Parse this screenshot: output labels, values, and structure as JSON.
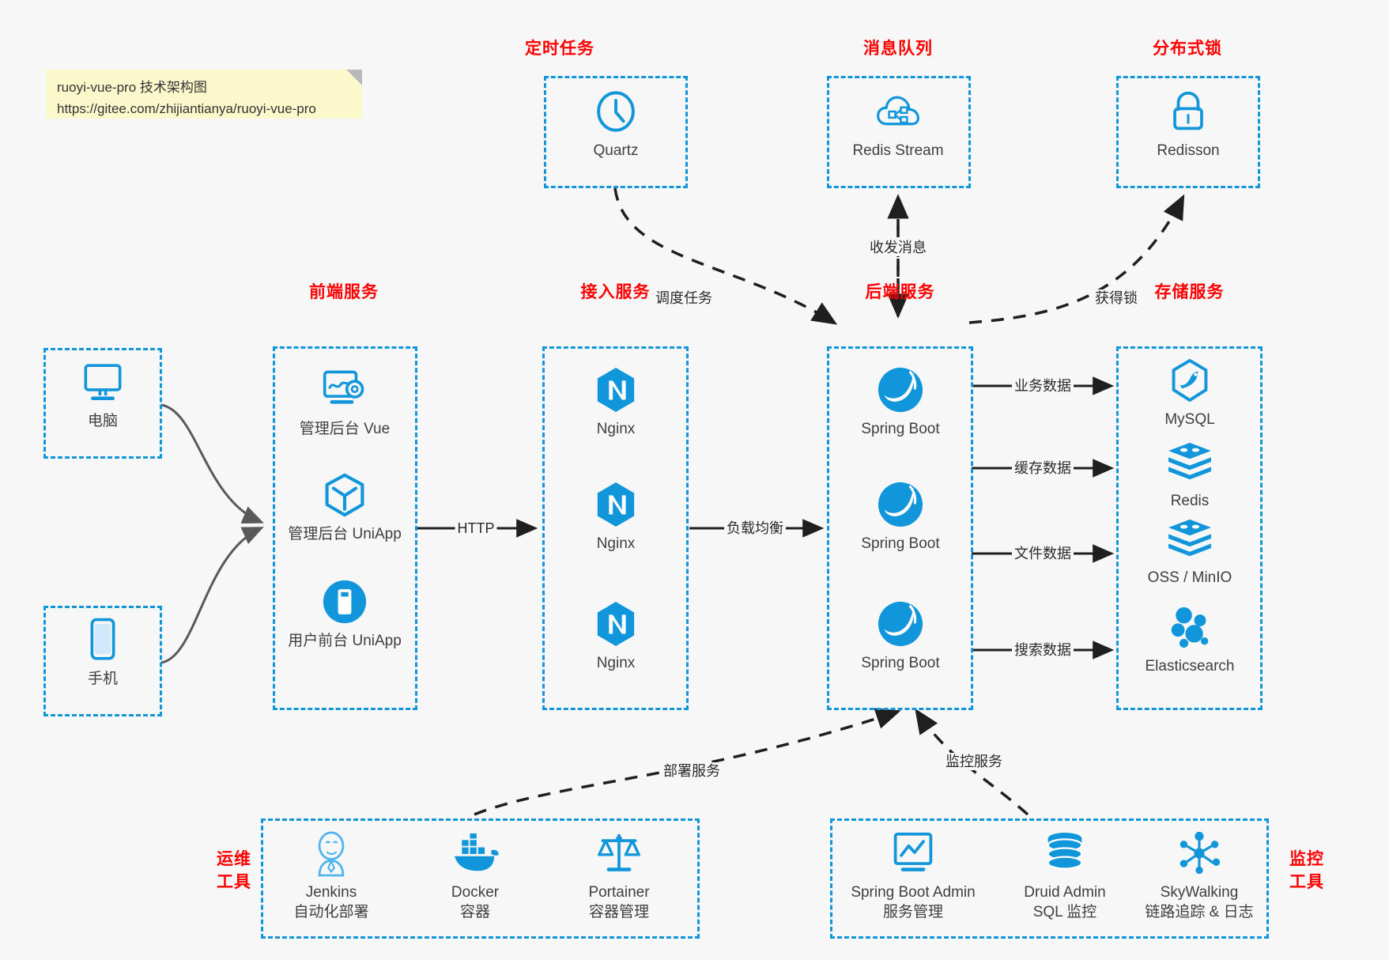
{
  "note": {
    "line1": "ruoyi-vue-pro 技术架构图",
    "line2": "https://gitee.com/zhijiantianya/ruoyi-vue-pro"
  },
  "groups": {
    "scheduler": {
      "title": "定时任务"
    },
    "mq": {
      "title": "消息队列"
    },
    "lock": {
      "title": "分布式锁"
    },
    "frontend": {
      "title": "前端服务"
    },
    "gateway": {
      "title": "接入服务"
    },
    "backend": {
      "title": "后端服务"
    },
    "storage": {
      "title": "存储服务"
    },
    "devops": {
      "title_line1": "运维",
      "title_line2": "工具"
    },
    "monitor": {
      "title_line1": "监控",
      "title_line2": "工具"
    }
  },
  "nodes": {
    "quartz": {
      "label": "Quartz",
      "icon": "clock-icon"
    },
    "redis_stream": {
      "label": "Redis Stream",
      "icon": "cloud-stream-icon"
    },
    "redisson": {
      "label": "Redisson",
      "icon": "lock-icon"
    },
    "computer": {
      "label": "电脑",
      "icon": "desktop-icon"
    },
    "phone": {
      "label": "手机",
      "icon": "mobile-icon"
    },
    "admin_vue": {
      "label": "管理后台 Vue",
      "icon": "dashboard-gear-icon"
    },
    "admin_uniapp": {
      "label": "管理后台 UniApp",
      "icon": "cube-icon"
    },
    "user_uniapp": {
      "label": "用户前台 UniApp",
      "icon": "app-icon"
    },
    "nginx1": {
      "label": "Nginx",
      "icon": "nginx-icon"
    },
    "nginx2": {
      "label": "Nginx",
      "icon": "nginx-icon"
    },
    "nginx3": {
      "label": "Nginx",
      "icon": "nginx-icon"
    },
    "springboot1": {
      "label": "Spring Boot",
      "icon": "spring-icon"
    },
    "springboot2": {
      "label": "Spring Boot",
      "icon": "spring-icon"
    },
    "springboot3": {
      "label": "Spring Boot",
      "icon": "spring-icon"
    },
    "mysql": {
      "label": "MySQL",
      "icon": "mysql-icon"
    },
    "redis": {
      "label": "Redis",
      "icon": "redis-icon"
    },
    "oss": {
      "label": "OSS / MinIO",
      "icon": "oss-icon"
    },
    "elasticsearch": {
      "label": "Elasticsearch",
      "icon": "elasticsearch-icon"
    },
    "jenkins": {
      "label": "Jenkins",
      "sub": "自动化部署",
      "icon": "jenkins-icon"
    },
    "docker": {
      "label": "Docker",
      "sub": "容器",
      "icon": "docker-icon"
    },
    "portainer": {
      "label": "Portainer",
      "sub": "容器管理",
      "icon": "scales-icon"
    },
    "sba": {
      "label": "Spring Boot Admin",
      "sub": "服务管理",
      "icon": "monitor-chart-icon"
    },
    "druid": {
      "label": "Druid Admin",
      "sub": "SQL 监控",
      "icon": "database-icon"
    },
    "skywalking": {
      "label": "SkyWalking",
      "sub": "链路追踪 & 日志",
      "icon": "skywalking-icon"
    }
  },
  "edges": {
    "schedule_task": "调度任务",
    "send_receive_msg": "收发消息",
    "acquire_lock": "获得锁",
    "http": "HTTP",
    "load_balance": "负载均衡",
    "business_data": "业务数据",
    "cache_data": "缓存数据",
    "file_data": "文件数据",
    "search_data": "搜索数据",
    "deploy_service": "部署服务",
    "monitor_service": "监控服务"
  },
  "colors": {
    "accent": "#1296db",
    "title": "#ff0000",
    "arrow": "#1f1f1f",
    "device_arrow": "#595959",
    "background": "#f7f7f7",
    "note": "#fbf8cc"
  }
}
